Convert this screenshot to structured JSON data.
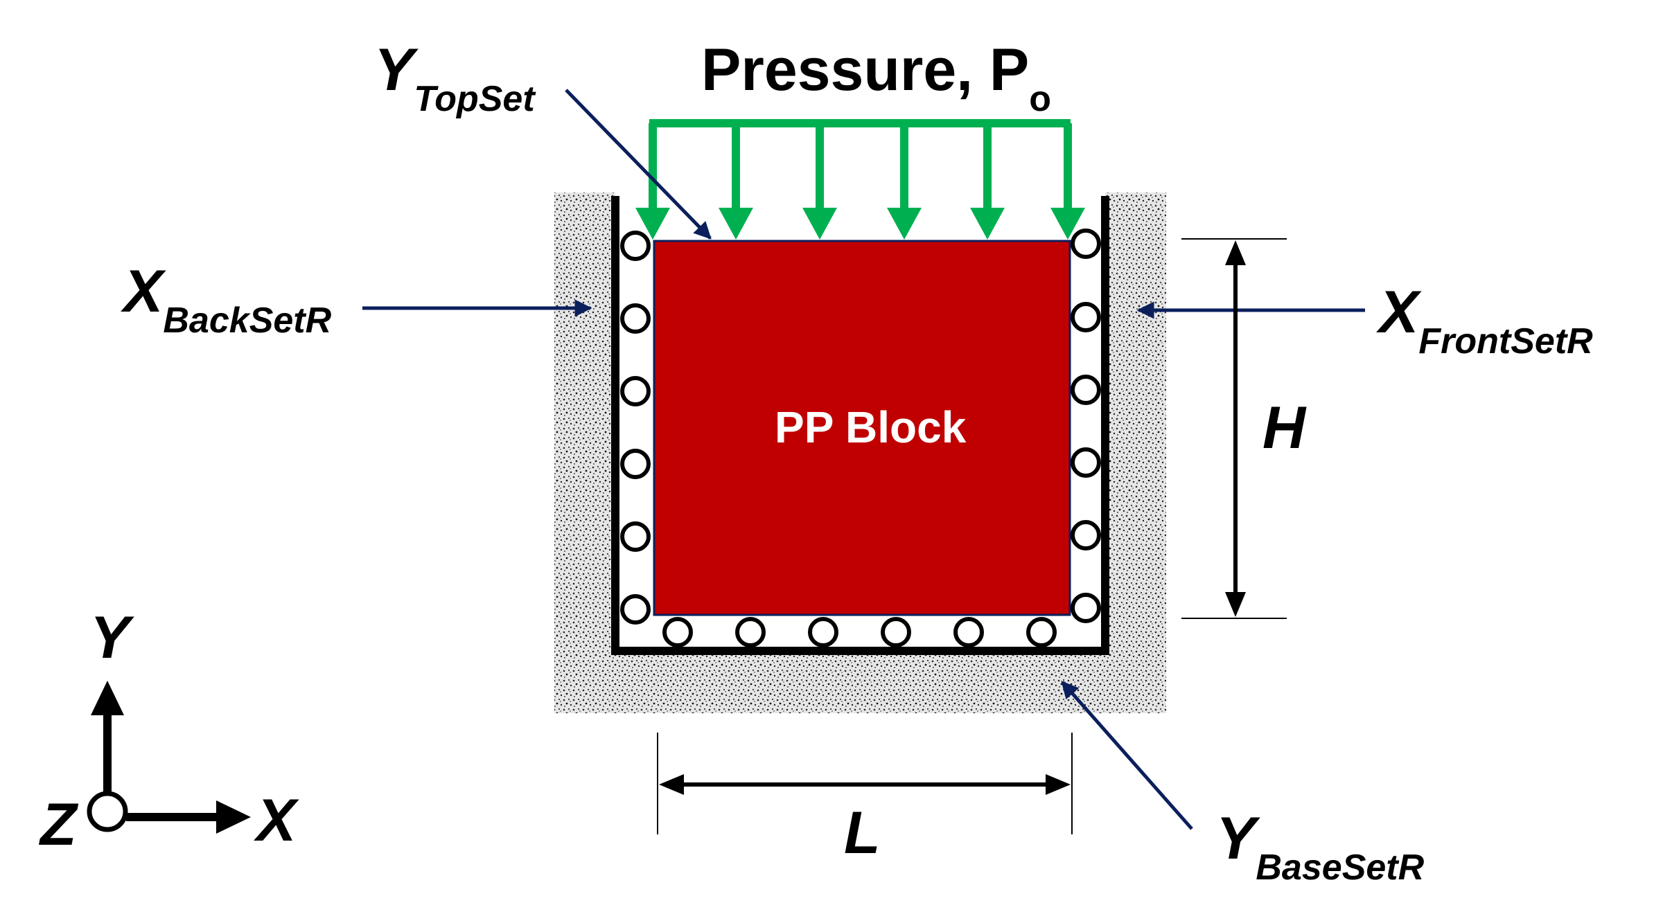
{
  "title": {
    "text": "Pressure, P",
    "sub": "o"
  },
  "block_label": "PP Block",
  "labels": {
    "top": {
      "main": "Y",
      "sub": "TopSet"
    },
    "back": {
      "main": "X",
      "sub": "BackSetR"
    },
    "front": {
      "main": "X",
      "sub": "FrontSetR"
    },
    "base": {
      "main": "Y",
      "sub": "BaseSetR"
    }
  },
  "dimensions": {
    "height": "H",
    "length": "L"
  },
  "axes": {
    "x": "X",
    "y": "Y",
    "z": "Z"
  },
  "colors": {
    "block": "#c00000",
    "pressure": "#00b050",
    "leader": "#0b1f5c",
    "wall": "#000000",
    "soil": "#d9d9d9"
  }
}
